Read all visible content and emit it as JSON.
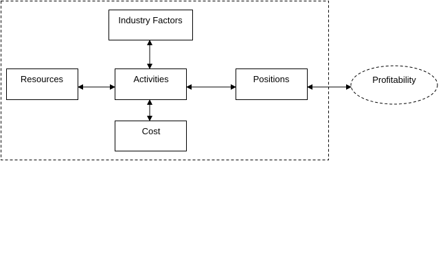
{
  "diagram": {
    "nodes": {
      "industry_factors": "Industry Factors",
      "resources": "Resources",
      "activities": "Activities",
      "positions": "Positions",
      "cost": "Cost",
      "profitability": "Profitability"
    },
    "edges": [
      {
        "from": "industry_factors",
        "to": "activities",
        "direction": "both"
      },
      {
        "from": "resources",
        "to": "activities",
        "direction": "both"
      },
      {
        "from": "activities",
        "to": "positions",
        "direction": "both"
      },
      {
        "from": "activities",
        "to": "cost",
        "direction": "both"
      },
      {
        "from": "positions",
        "to": "profitability",
        "direction": "both"
      }
    ],
    "colors": {
      "stroke": "#000000",
      "background": "#ffffff"
    }
  }
}
